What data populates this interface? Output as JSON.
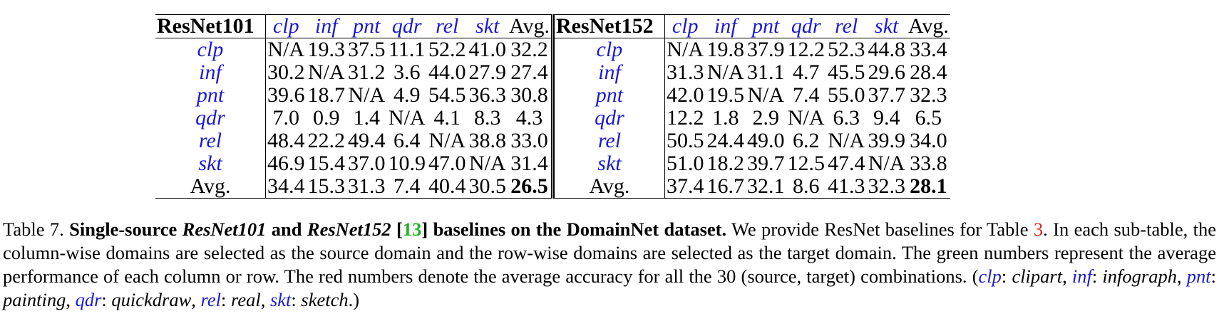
{
  "table": {
    "left_header": "ResNet101",
    "right_header": "ResNet152",
    "columns": [
      "clp",
      "inf",
      "pnt",
      "qdr",
      "rel",
      "skt",
      "Avg."
    ],
    "row_labels": [
      "clp",
      "inf",
      "pnt",
      "qdr",
      "rel",
      "skt",
      "Avg."
    ],
    "left_rows": [
      [
        "N/A",
        "19.3",
        "37.5",
        "11.1",
        "52.2",
        "41.0",
        "32.2"
      ],
      [
        "30.2",
        "N/A",
        "31.2",
        "3.6",
        "44.0",
        "27.9",
        "27.4"
      ],
      [
        "39.6",
        "18.7",
        "N/A",
        "4.9",
        "54.5",
        "36.3",
        "30.8"
      ],
      [
        "7.0",
        "0.9",
        "1.4",
        "N/A",
        "4.1",
        "8.3",
        "4.3"
      ],
      [
        "48.4",
        "22.2",
        "49.4",
        "6.4",
        "N/A",
        "38.8",
        "33.0"
      ],
      [
        "46.9",
        "15.4",
        "37.0",
        "10.9",
        "47.0",
        "N/A",
        "31.4"
      ],
      [
        "34.4",
        "15.3",
        "31.3",
        "7.4",
        "40.4",
        "30.5",
        "26.5"
      ]
    ],
    "right_rows": [
      [
        "N/A",
        "19.8",
        "37.9",
        "12.2",
        "52.3",
        "44.8",
        "33.4"
      ],
      [
        "31.3",
        "N/A",
        "31.1",
        "4.7",
        "45.5",
        "29.6",
        "28.4"
      ],
      [
        "42.0",
        "19.5",
        "N/A",
        "7.4",
        "55.0",
        "37.7",
        "32.3"
      ],
      [
        "12.2",
        "1.8",
        "2.9",
        "N/A",
        "6.3",
        "9.4",
        "6.5"
      ],
      [
        "50.5",
        "24.4",
        "49.0",
        "6.2",
        "N/A",
        "39.9",
        "34.0"
      ],
      [
        "51.0",
        "18.2",
        "39.7",
        "12.5",
        "47.4",
        "N/A",
        "33.8"
      ],
      [
        "37.4",
        "16.7",
        "32.1",
        "8.6",
        "41.3",
        "32.3",
        "28.1"
      ]
    ]
  },
  "caption": {
    "label": "Table 7.",
    "bold_1": "Single-source",
    "model_a": "ResNet101",
    "and": "and",
    "model_b": "ResNet152",
    "cite_open": "[",
    "cite_num": "13",
    "cite_close": "]",
    "bold_2": "baselines on the DomainNet dataset.",
    "text_1": "We provide ResNet baselines for Table",
    "table_ref": "3",
    "text_2": ". In each sub-table, the column-wise domains are selected as the source domain and the row-wise domains are selected as the target domain. The green numbers represent the average performance of each column or row. The red numbers denote the average accuracy for all the 30 (source, target) combinations. (",
    "legend": [
      {
        "abbr": "clp",
        "full": "clipart"
      },
      {
        "abbr": "inf",
        "full": "infograph"
      },
      {
        "abbr": "pnt",
        "full": "painting"
      },
      {
        "abbr": "qdr",
        "full": "quickdraw"
      },
      {
        "abbr": "rel",
        "full": "real"
      },
      {
        "abbr": "skt",
        "full": "sketch"
      }
    ],
    "text_end": ".)"
  },
  "colors": {
    "domain_blue": "#1a1ad6",
    "citation_green": "#22b522",
    "reference_red": "#e02020"
  }
}
